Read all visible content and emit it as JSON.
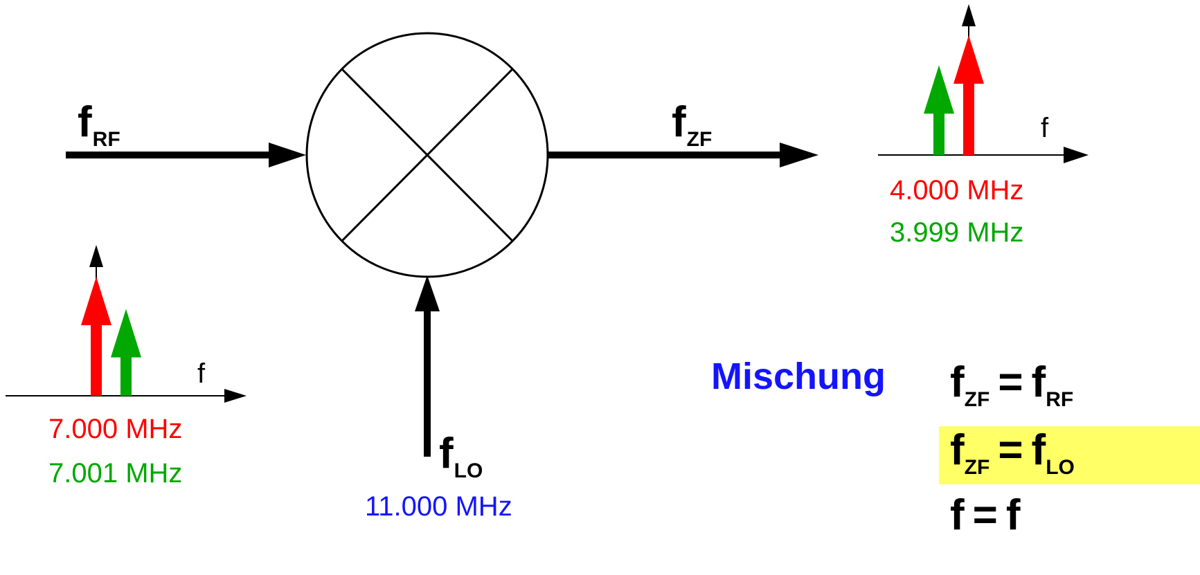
{
  "signals": {
    "rf": {
      "base": "f",
      "sub": "RF"
    },
    "zf": {
      "base": "f",
      "sub": "ZF"
    },
    "lo": {
      "base": "f",
      "sub": "LO"
    }
  },
  "lo_frequency": "11.000 MHz",
  "input_spectrum": {
    "axis_label": "f",
    "lines": [
      {
        "label": "7.000 MHz",
        "color": "#ff0000",
        "amplitude": 1.0
      },
      {
        "label": "7.001 MHz",
        "color": "#00a800",
        "amplitude": 0.73
      }
    ]
  },
  "output_spectrum": {
    "axis_label": "f",
    "lines": [
      {
        "label": "4.000 MHz",
        "color": "#ff0000",
        "amplitude": 1.0
      },
      {
        "label": "3.999 MHz",
        "color": "#00a800",
        "amplitude": 0.75
      }
    ]
  },
  "title": "Mischung",
  "formulas": [
    {
      "lhs_base": "f",
      "lhs_sub": "ZF",
      "eq": "=",
      "rhs_base": "f",
      "rhs_sub": "RF"
    },
    {
      "lhs_base": "f",
      "lhs_sub": "ZF",
      "eq": "=",
      "rhs_base": "f",
      "rhs_sub": "LO",
      "highlighted": true
    },
    {
      "lhs_base": "f",
      "lhs_sub": "",
      "eq": "=",
      "rhs_base": "f",
      "rhs_sub": ""
    }
  ],
  "colors": {
    "lo_text": "#1414ff",
    "title": "#1414ff",
    "highlight": "#ffff66",
    "rf_line": "#ff0000",
    "image_line": "#00a800"
  }
}
